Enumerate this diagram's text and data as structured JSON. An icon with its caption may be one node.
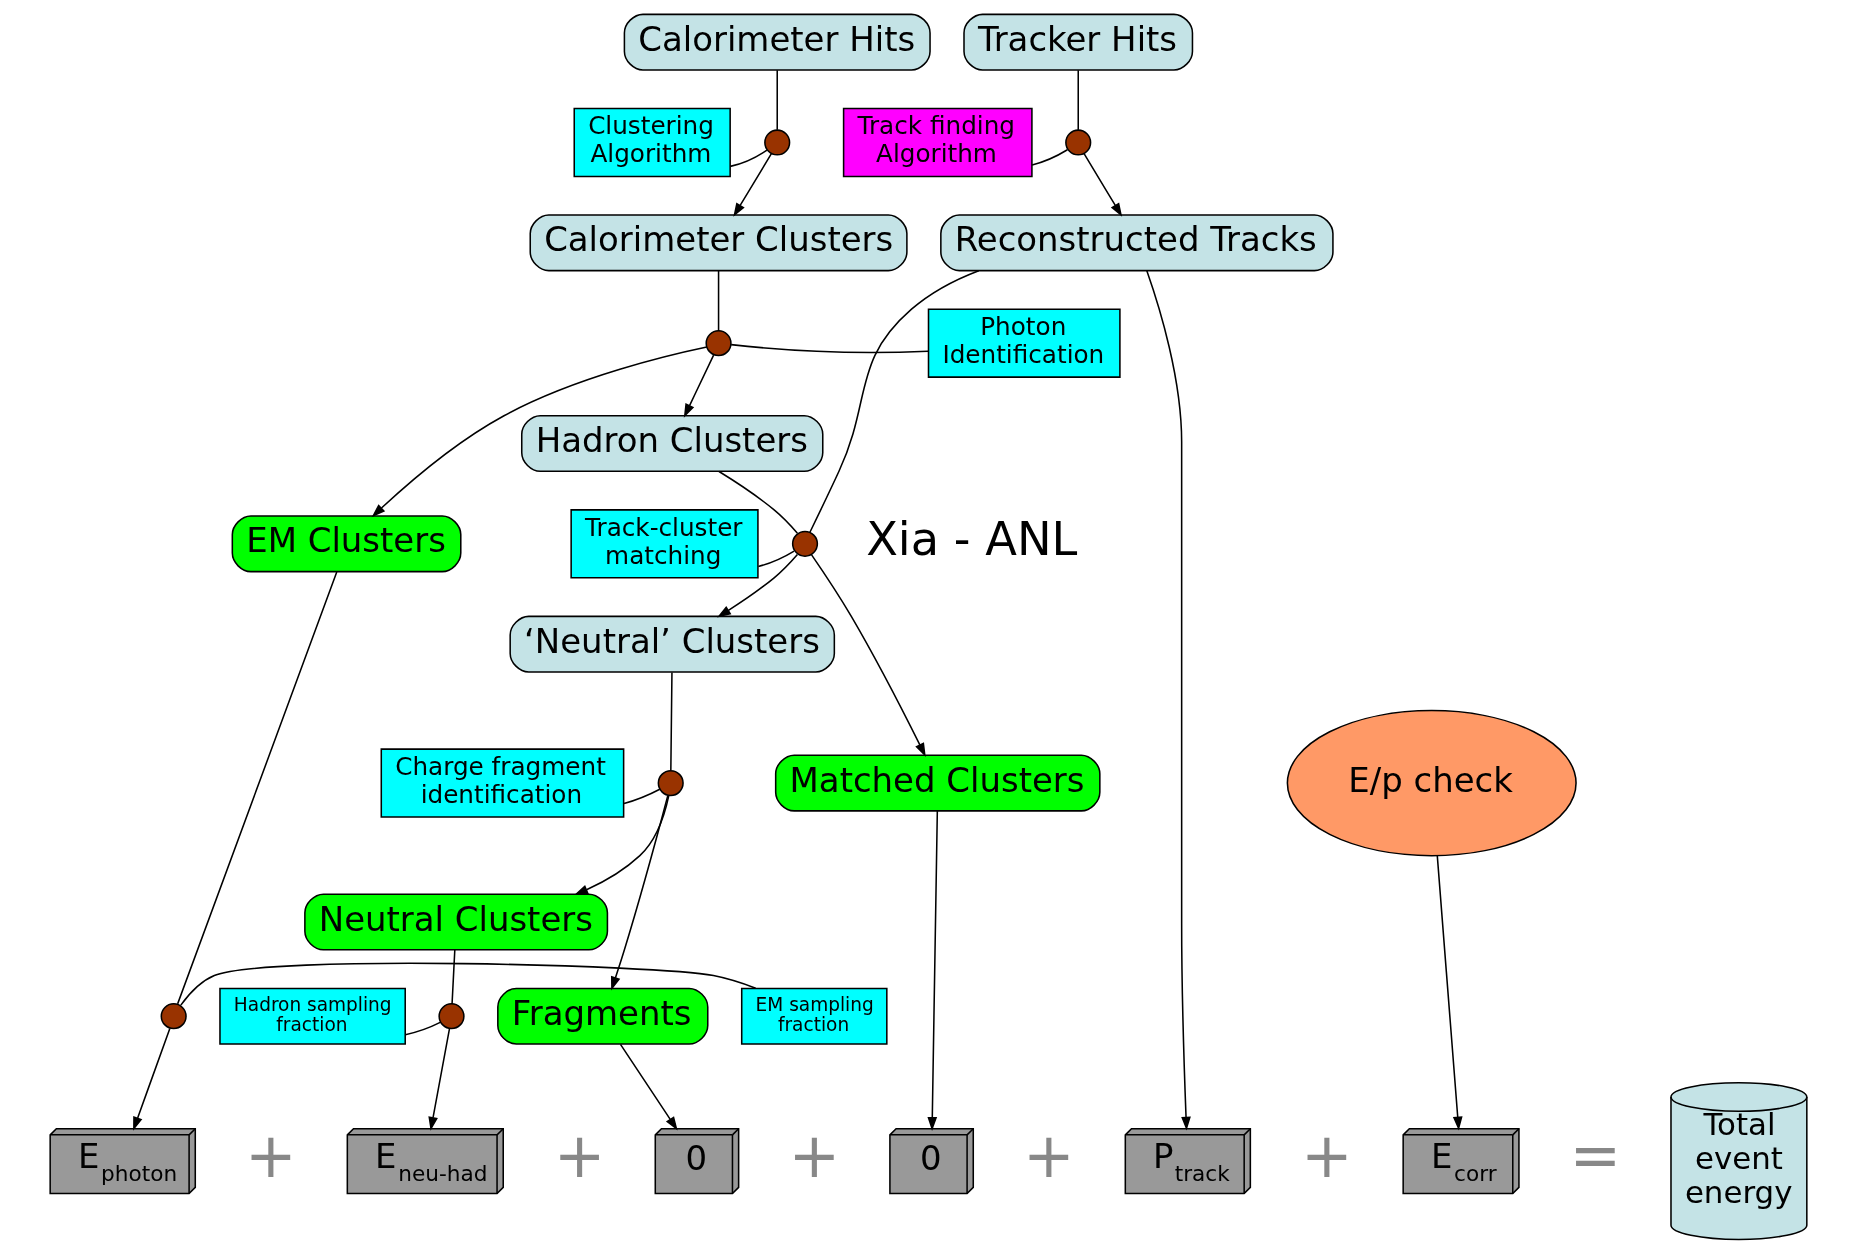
{
  "diagram": {
    "nodes": [
      {
        "text": [
          "Calorimeter Hits"
        ]
      },
      {
        "text": [
          "Clustering Algorithm"
        ]
      },
      {
        "text": [],
        "shape": "circle"
      },
      {
        "text": [
          "Calorimeter Clusters"
        ]
      },
      {
        "text": [
          "Tracker Hits"
        ]
      },
      {
        "text": [
          "Track finding Algorithm"
        ]
      },
      {
        "text": [],
        "shape": "circle"
      },
      {
        "text": [
          "Reconstructed Tracks"
        ]
      },
      {
        "text": [
          "Photon Identification"
        ]
      },
      {
        "text": [],
        "shape": "circle"
      },
      {
        "text": [
          "EM Clusters"
        ]
      },
      {
        "text": [
          "Hadron Clusters"
        ]
      },
      {
        "text": [
          "Track-cluster matching"
        ]
      },
      {
        "text": [],
        "shape": "circle"
      },
      {
        "text": [
          "‘Neutral’ Clusters"
        ]
      },
      {
        "text": [
          "Matched Clusters"
        ]
      },
      {
        "text": [
          "Charge fragment identification"
        ]
      },
      {
        "text": [],
        "shape": "circle"
      },
      {
        "text": [
          "E/p check"
        ]
      },
      {
        "text": [
          "Neutral Clusters"
        ]
      },
      {
        "text": [
          "Fragments"
        ]
      },
      {
        "text": [
          "EM sampling fraction"
        ]
      },
      {
        "text": [],
        "shape": "circle"
      },
      {
        "text": [
          "Hadron sampling fraction"
        ]
      },
      {
        "text": [],
        "shape": "circle"
      },
      {
        "text": [
          "E$_{photon}$"
        ]
      },
      {
        "text": [
          "E$_{neu-had}$"
        ]
      },
      {
        "text": [
          "0"
        ]
      },
      {
        "text": [
          "0"
        ]
      },
      {
        "text": [
          "P$_{track}$"
        ]
      },
      {
        "text": [
          "E$_{corr}$"
        ]
      },
      {
        "text": [
          "Total event energy"
        ]
      }
    ],
    "edges": [
      {
        "from": 0,
        "to": 2,
        "arrow": "none"
      },
      {
        "from": 1,
        "to": 2,
        "arrow": "none"
      },
      {
        "from": 2,
        "to": 3,
        "arrow": "to"
      },
      {
        "from": 4,
        "to": 6,
        "arrow": "none"
      },
      {
        "from": 5,
        "to": 6,
        "arrow": "none"
      },
      {
        "from": 6,
        "to": 7,
        "arrow": "to"
      },
      {
        "from": 3,
        "to": 9,
        "arrow": "none"
      },
      {
        "from": 8,
        "to": 9,
        "arrow": "none"
      },
      {
        "from": 9,
        "to": 10,
        "arrow": "to"
      },
      {
        "from": 9,
        "to": 11,
        "arrow": "to"
      },
      {
        "from": 11,
        "to": 13,
        "arrow": "none"
      },
      {
        "from": 12,
        "to": 13,
        "arrow": "none"
      },
      {
        "from": 7,
        "to": 13,
        "arrow": "none"
      },
      {
        "from": 13,
        "to": 14,
        "arrow": "to"
      },
      {
        "from": 13,
        "to": 15,
        "arrow": "to"
      },
      {
        "from": 14,
        "to": 17,
        "arrow": "none"
      },
      {
        "from": 16,
        "to": 17,
        "arrow": "none"
      },
      {
        "from": 17,
        "to": 19,
        "arrow": "to"
      },
      {
        "from": 17,
        "to": 20,
        "arrow": "to"
      },
      {
        "from": 10,
        "to": 22,
        "arrow": "none"
      },
      {
        "from": 21,
        "to": 22,
        "arrow": "none"
      },
      {
        "from": 22,
        "to": 25,
        "arrow": "to"
      },
      {
        "from": 19,
        "to": 24,
        "arrow": "none"
      },
      {
        "from": 23,
        "to": 24,
        "arrow": "none"
      },
      {
        "from": 24,
        "to": 26,
        "arrow": "to"
      },
      {
        "from": 20,
        "to": 27,
        "arrow": "to"
      },
      {
        "from": 15,
        "to": 28,
        "arrow": "to"
      },
      {
        "from": 7,
        "to": 29,
        "arrow": "to"
      },
      {
        "from": 18,
        "to": 30,
        "arrow": "to"
      }
    ],
    "labels": [
      "Xia - ANL",
      "+",
      "+",
      "+",
      "+",
      "+",
      "="
    ]
  }
}
